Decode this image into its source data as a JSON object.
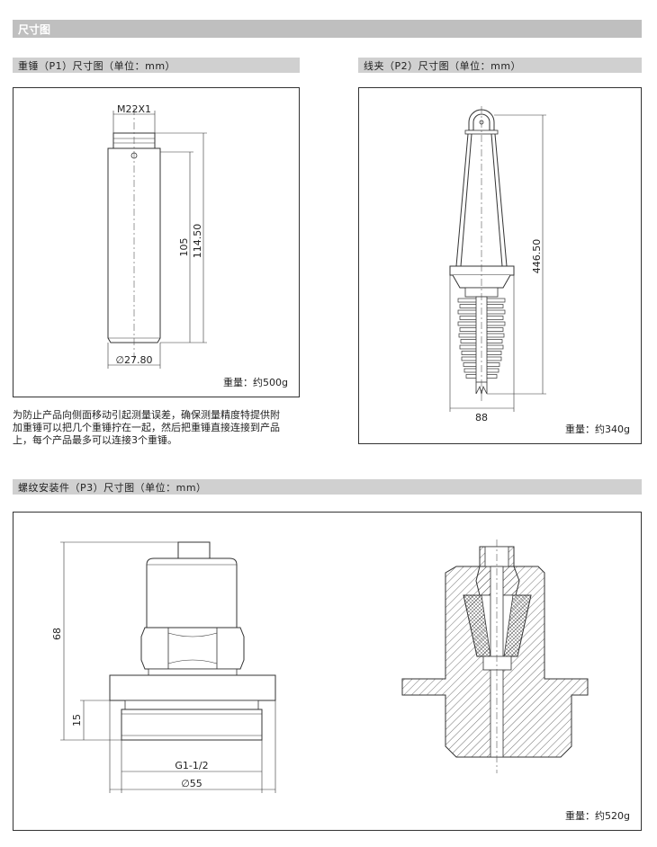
{
  "section_title": "尺寸图",
  "p1": {
    "title": "重锤（P1）尺寸图（单位：mm）",
    "thread_label": "M22X1",
    "dim_105": "105",
    "dim_114": "114.50",
    "diameter_label": "∅27.80",
    "weight": "重量：约500g",
    "note_lines": [
      "为防止产品向侧面移动引起测量误差，确保测量精度特提供附",
      "加重锤可以把几个重锤拧在一起，然后把重锤直接连接到产品",
      "上，每个产品最多可以连接3个重锤。"
    ]
  },
  "p2": {
    "title": "线夹（P2）尺寸图（单位：mm）",
    "dim_height": "446.50",
    "dim_width": "88",
    "weight": "重量：约340g"
  },
  "p3": {
    "title": "螺纹安装件（P3）尺寸图（单位：mm）",
    "dim_68": "68",
    "dim_15": "15",
    "thread_label": "G1-1/2",
    "diameter_label": "∅55",
    "weight": "重量：约520g"
  }
}
